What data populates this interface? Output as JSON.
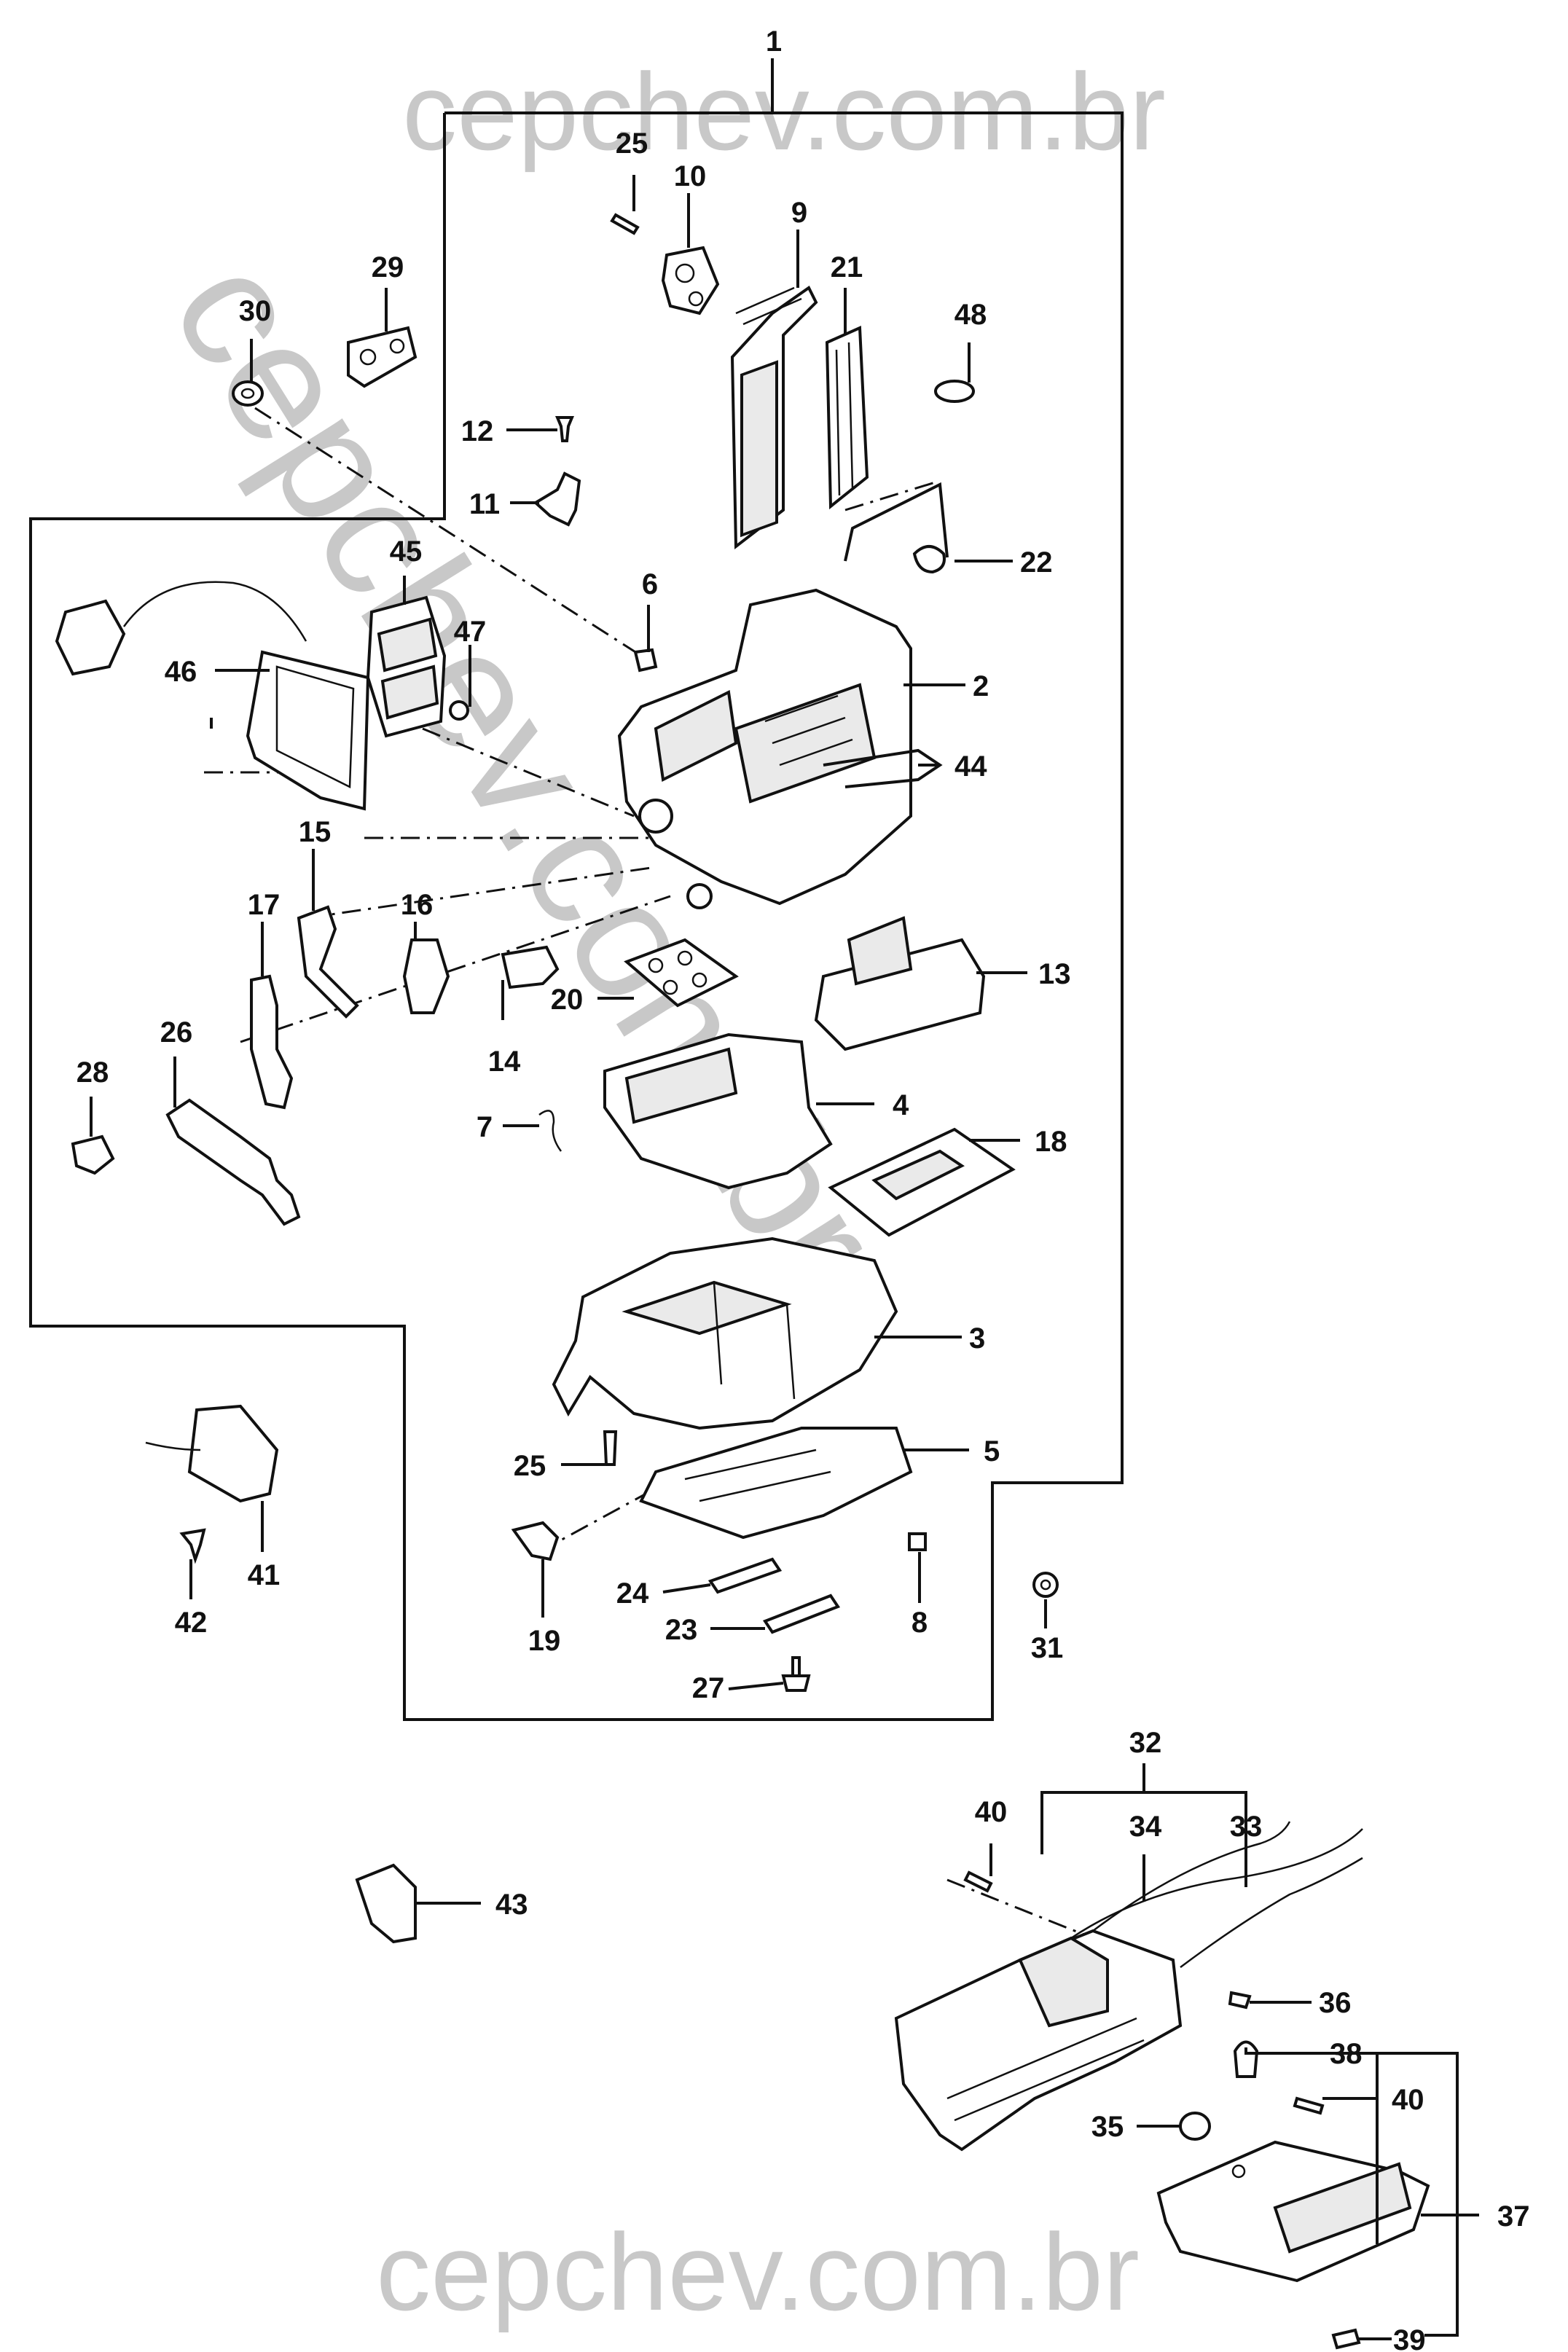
{
  "watermarks": {
    "top": "cepchev.com.br",
    "diagonal": "cepchev.com.br",
    "bottom": "cepchev.com.br"
  },
  "callouts": [
    "1",
    "2",
    "3",
    "4",
    "5",
    "6",
    "7",
    "8",
    "9",
    "10",
    "11",
    "12",
    "13",
    "14",
    "15",
    "16",
    "17",
    "18",
    "19",
    "20",
    "21",
    "22",
    "23",
    "24",
    "25",
    "25",
    "26",
    "27",
    "28",
    "29",
    "30",
    "31",
    "32",
    "33",
    "34",
    "35",
    "36",
    "37",
    "38",
    "39",
    "40",
    "40",
    "41",
    "42",
    "43",
    "44",
    "45",
    "46",
    "47",
    "48"
  ]
}
